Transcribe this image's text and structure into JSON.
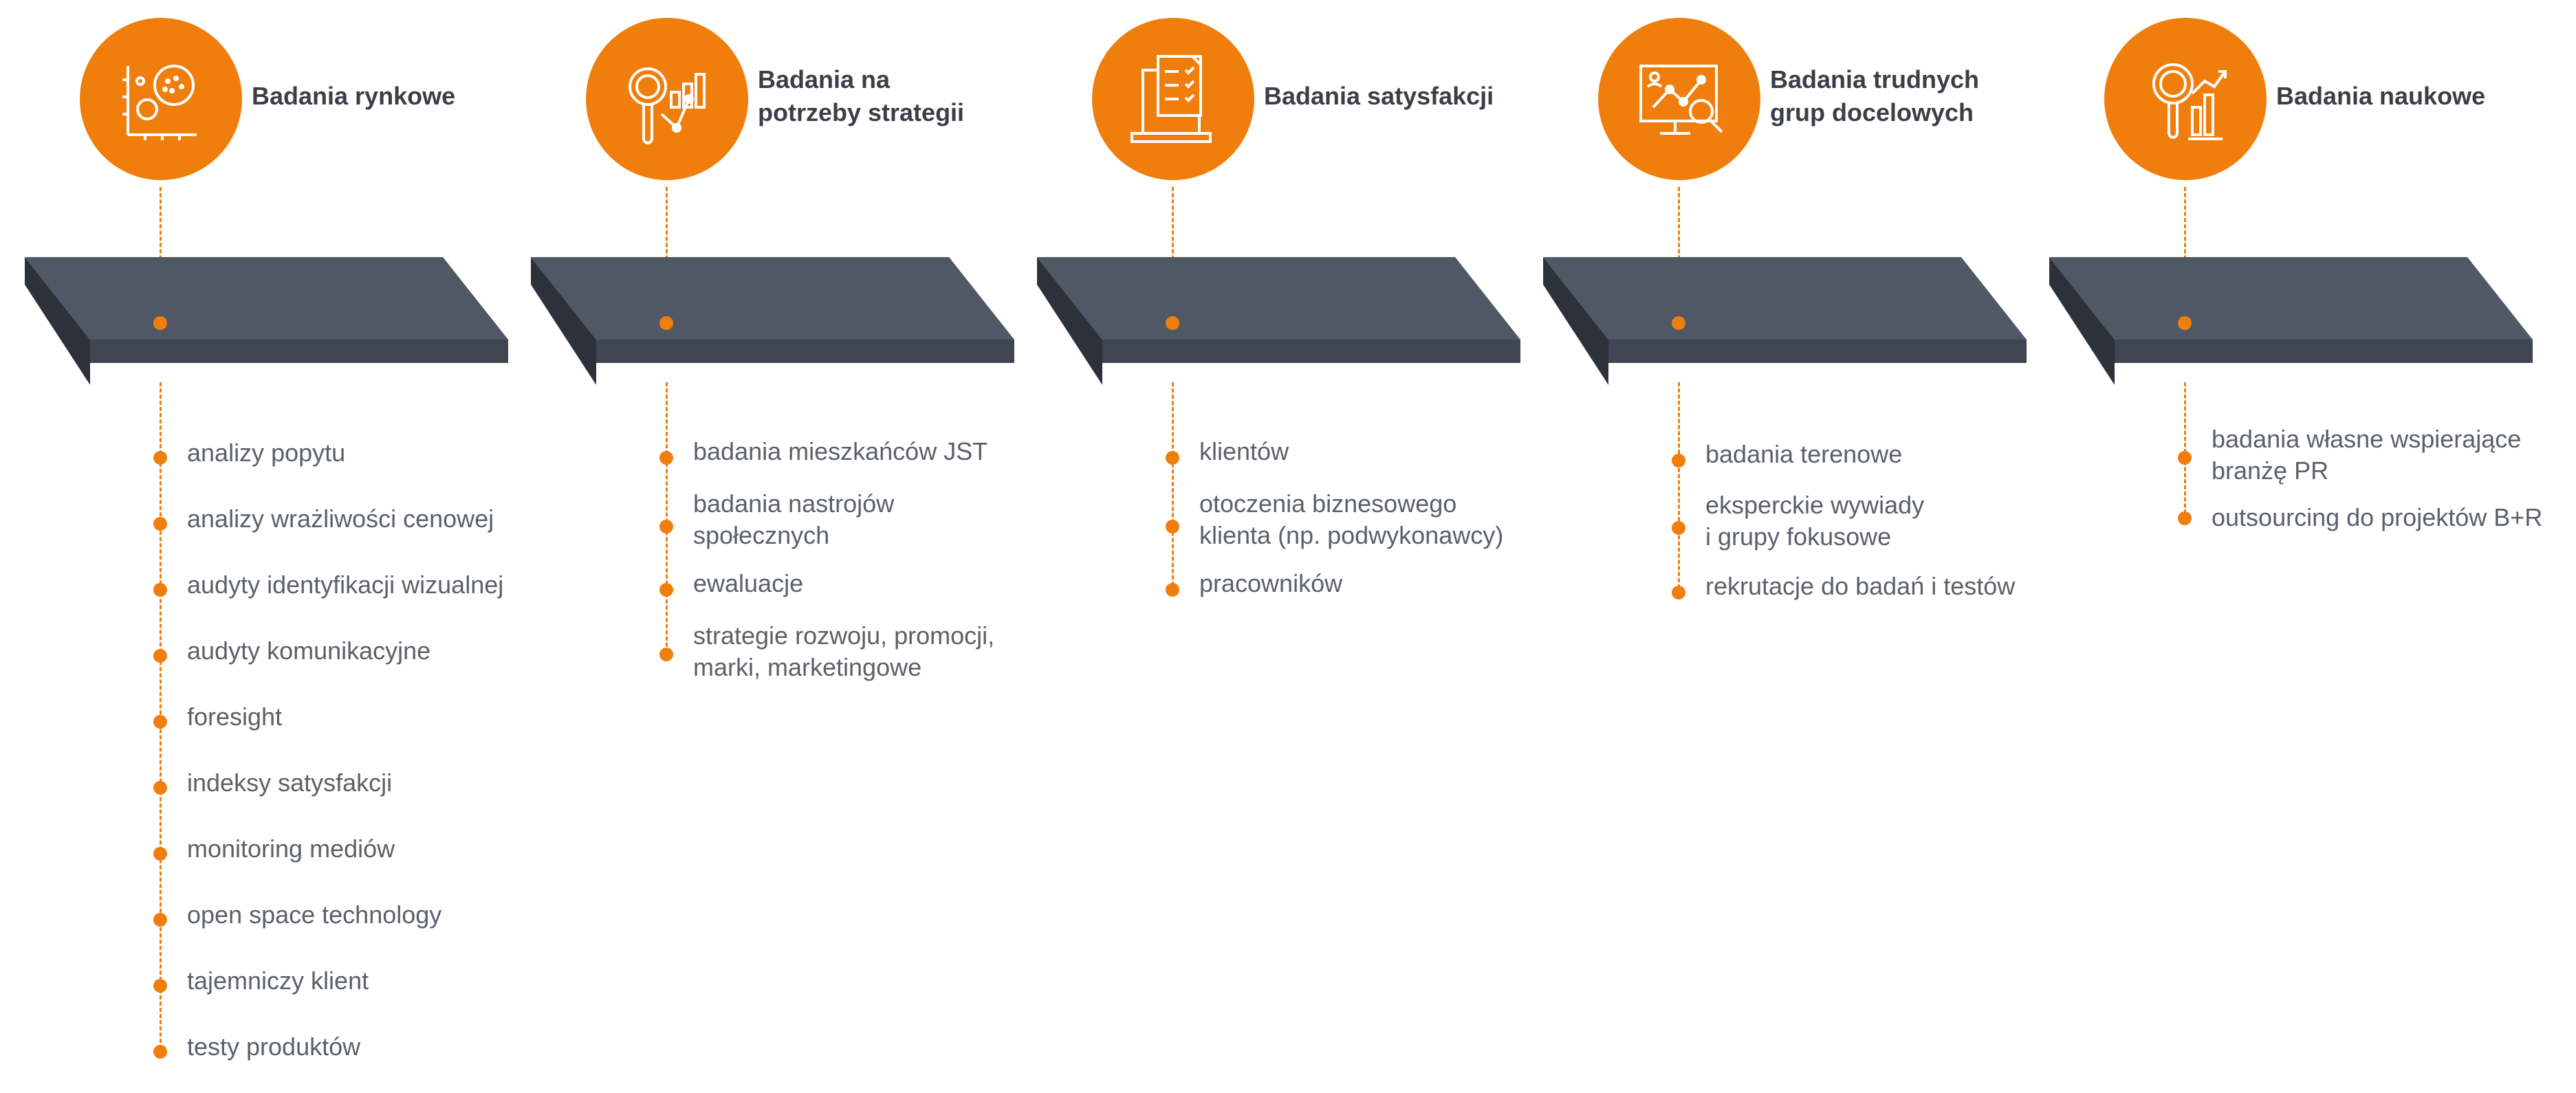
{
  "colors": {
    "accent": "#f07e0c",
    "slab_top": "#505865",
    "slab_side": "#2d323a",
    "title": "#3a3f47",
    "text": "#5b6069"
  },
  "columns": [
    {
      "title": "Badania rynkowe",
      "icon": "market-research-icon",
      "items": [
        "analizy popytu",
        "analizy wrażliwości cenowej",
        "audyty identyfikacji wizualnej",
        "audyty komunikacyjne",
        "foresight",
        "indeksy satysfakcji",
        "monitoring mediów",
        "open space technology",
        "tajemniczy klient",
        "testy produktów"
      ]
    },
    {
      "title": "Badania na\npotrzeby strategii",
      "icon": "strategy-research-icon",
      "items": [
        "badania mieszkańców JST",
        "badania nastrojów\nspołecznych",
        "ewaluacje",
        "strategie rozwoju, promocji,\nmarki, marketingowe"
      ]
    },
    {
      "title": "Badania satysfakcji",
      "icon": "satisfaction-survey-icon",
      "items": [
        "klientów",
        "otoczenia biznesowego\nklienta (np. podwykonawcy)",
        "pracowników"
      ]
    },
    {
      "title": "Badania trudnych\ngrup docelowych",
      "icon": "target-groups-icon",
      "items": [
        "badania terenowe",
        "eksperckie wywiady\ni grupy fokusowe",
        "rekrutacje do badań i testów"
      ]
    },
    {
      "title": "Badania naukowe",
      "icon": "scientific-research-icon",
      "items": [
        "badania własne wspierające\nbranżę PR",
        "outsourcing do projektów B+R"
      ]
    }
  ]
}
